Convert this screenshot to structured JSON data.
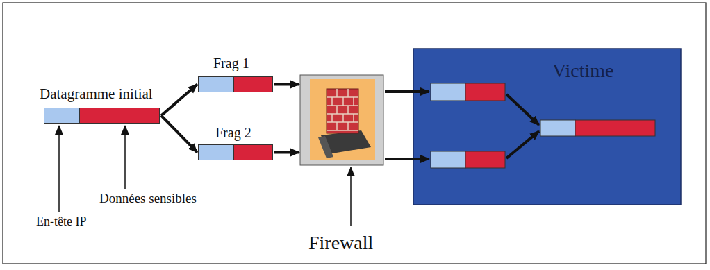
{
  "diagram": {
    "nodes": [
      {
        "text": [
          "Datagramme initial"
        ]
      },
      {
        "text": [
          "Frag 1"
        ]
      },
      {
        "text": [
          "Frag 2"
        ]
      },
      {
        "text": [
          "Firewall"
        ]
      },
      {
        "text": [
          "Victime"
        ]
      }
    ],
    "edges": [
      {
        "from": 0,
        "to": 1,
        "arrow": "to"
      },
      {
        "from": 0,
        "to": 2,
        "arrow": "to"
      },
      {
        "from": 1,
        "to": 3,
        "arrow": "to"
      },
      {
        "from": 2,
        "to": 3,
        "arrow": "to"
      }
    ],
    "labels": [
      "En-tête IP",
      "Données sensibles"
    ]
  }
}
